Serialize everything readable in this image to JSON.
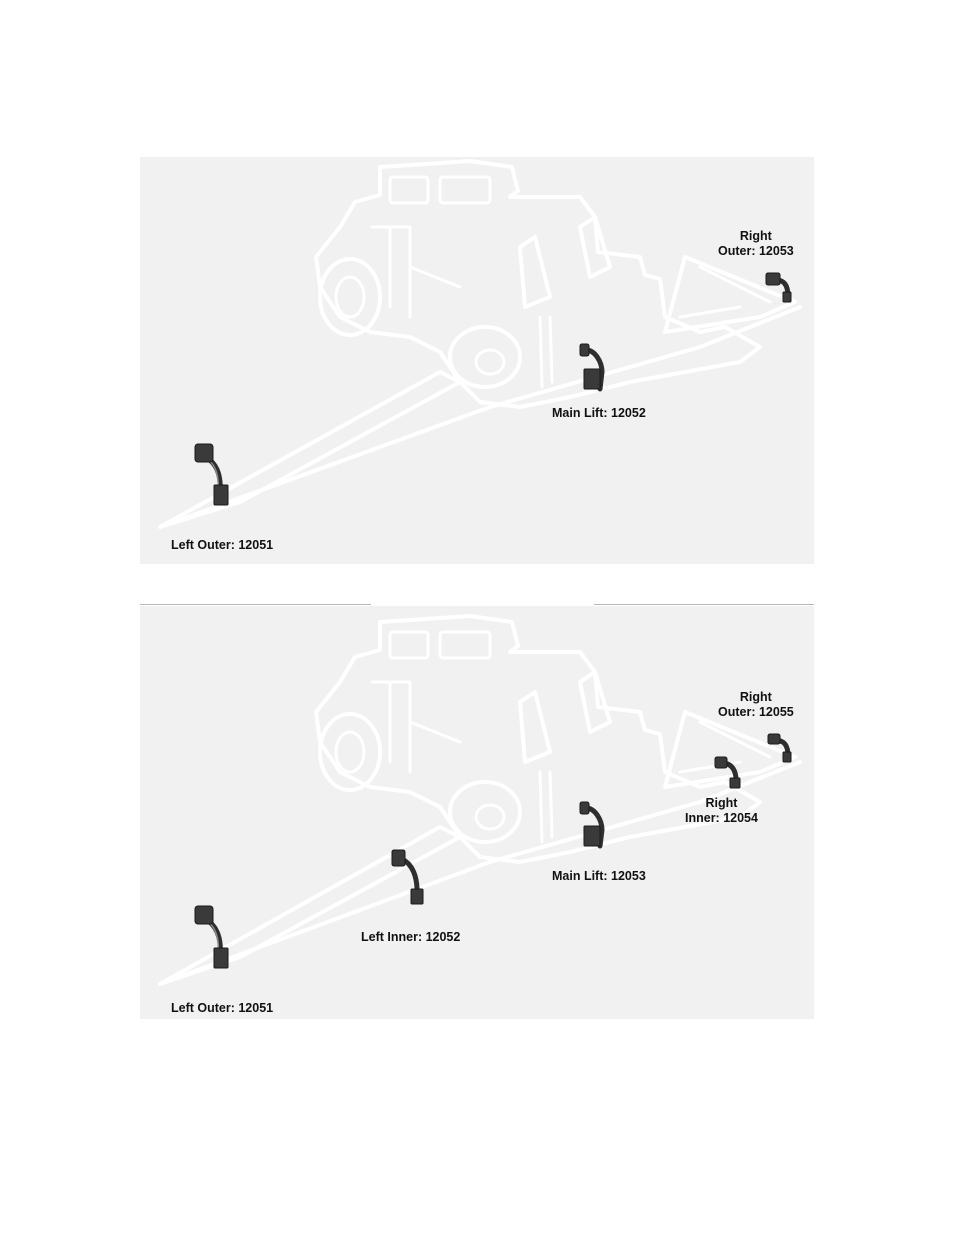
{
  "diagrams": [
    {
      "labels": {
        "right_outer": "Right\nOuter: 12053",
        "main_lift": "Main Lift: 12052",
        "left_outer": "Left Outer: 12051"
      }
    },
    {
      "labels": {
        "right_outer": "Right\nOuter: 12055",
        "right_inner": "Right\nInner: 12054",
        "main_lift": "Main Lift: 12053",
        "left_inner": "Left Inner: 12052",
        "left_outer": "Left Outer: 12051"
      }
    }
  ],
  "colors": {
    "panel_background": "#f1f1f1",
    "outline": "#ffffff",
    "sensor": "#3a3a3a",
    "label_text": "#111111"
  }
}
